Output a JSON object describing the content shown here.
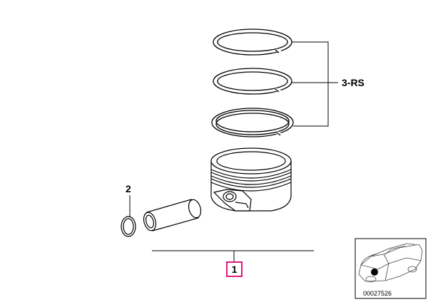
{
  "callouts": {
    "rings_set": "3-RS",
    "piston_pin": "2",
    "piston_assembly": "1"
  },
  "thumbnail": {
    "part_number": "00027526"
  },
  "colors": {
    "line": "#000000",
    "highlight": "#e0197d",
    "background": "#ffffff"
  }
}
